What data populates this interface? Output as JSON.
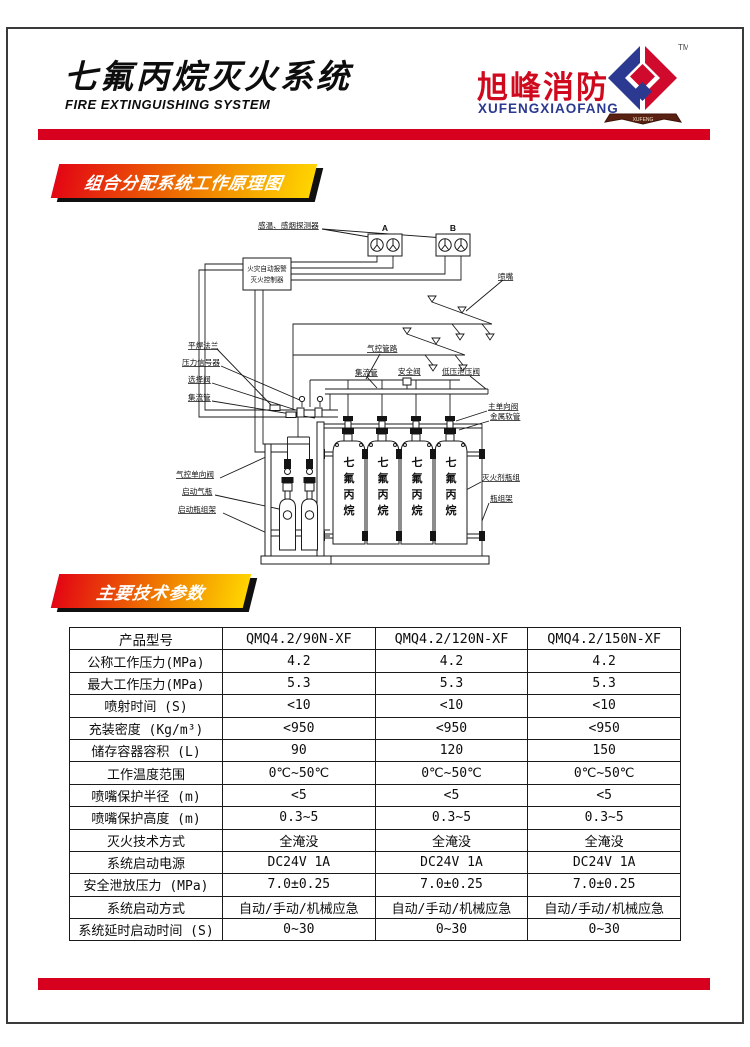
{
  "page": {
    "title_cn": "七氟丙烷灭火系统",
    "title_en": "FIRE EXTINGUISHING SYSTEM",
    "brand": {
      "cn": "旭峰消防",
      "en": "XUFENGXIAOFANG",
      "tm": "TM",
      "ribbon": "XUFENG"
    },
    "colors": {
      "accent_red": "#d8001f",
      "brand_red": "#cf0a1e",
      "brand_blue": "#2b3990",
      "banner_gradient_start": "#e30613",
      "banner_gradient_end": "#ffd400"
    }
  },
  "sections": {
    "diagram_banner": "组合分配系统工作原理图",
    "params_banner": "主要技术参数"
  },
  "diagram": {
    "labels": {
      "detectors": "感温、感烟探测器",
      "zone_a": "A",
      "zone_b": "B",
      "controller_line1": "火灾自动报警",
      "controller_line2": "灭火控制器",
      "nozzle": "喷嘴",
      "flat_weld_flange": "平焊法兰",
      "pressure_signal": "压力信号器",
      "selector_valve": "选择阀",
      "manifold_left": "集流管",
      "pneumatic_line": "气控管路",
      "manifold_mid": "集流管",
      "safety_valve": "安全阀",
      "low_pressure_relief_valve": "低压泄压阀",
      "main_check_valve": "主单向阀",
      "metal_hose": "金属软管",
      "pneumatic_check_valve": "气控单向阀",
      "starter_cylinder": "启动气瓶",
      "starter_rack": "启动瓶组架",
      "agent_cylinder_group": "灭火剂瓶组",
      "cylinder_rack": "瓶组架",
      "agent_name": "七氟丙烷"
    }
  },
  "table": {
    "header": [
      "产品型号",
      "QMQ4.2/90N-XF",
      "QMQ4.2/120N-XF",
      "QMQ4.2/150N-XF"
    ],
    "rows": [
      {
        "label": "公称工作压力(MPa)",
        "values": [
          "4.2",
          "4.2",
          "4.2"
        ]
      },
      {
        "label": "最大工作压力(MPa)",
        "values": [
          "5.3",
          "5.3",
          "5.3"
        ]
      },
      {
        "label": "喷射时间 (S)",
        "values": [
          "<10",
          "<10",
          "<10"
        ]
      },
      {
        "label": "充装密度 (Kg/m³)",
        "values": [
          "<950",
          "<950",
          "<950"
        ]
      },
      {
        "label": "储存容器容积 (L)",
        "values": [
          "90",
          "120",
          "150"
        ]
      },
      {
        "label": "工作温度范围",
        "values": [
          "0℃~50℃",
          "0℃~50℃",
          "0℃~50℃"
        ]
      },
      {
        "label": "喷嘴保护半径 (m)",
        "values": [
          "<5",
          "<5",
          "<5"
        ]
      },
      {
        "label": "喷嘴保护高度 (m)",
        "values": [
          "0.3~5",
          "0.3~5",
          "0.3~5"
        ]
      },
      {
        "label": "灭火技术方式",
        "values": [
          "全淹没",
          "全淹没",
          "全淹没"
        ]
      },
      {
        "label": "系统启动电源",
        "values": [
          "DC24V 1A",
          "DC24V 1A",
          "DC24V 1A"
        ]
      },
      {
        "label": "安全泄放压力 (MPa)",
        "values": [
          "7.0±0.25",
          "7.0±0.25",
          "7.0±0.25"
        ]
      },
      {
        "label": "系统启动方式",
        "values": [
          "自动/手动/机械应急",
          "自动/手动/机械应急",
          "自动/手动/机械应急"
        ]
      },
      {
        "label": "系统延时启动时间 (S)",
        "values": [
          "0~30",
          "0~30",
          "0~30"
        ]
      }
    ]
  }
}
